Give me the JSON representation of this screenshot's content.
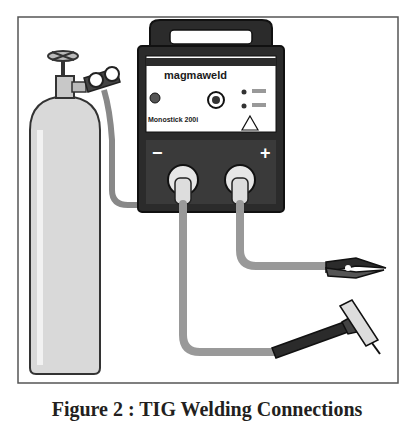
{
  "diagram": {
    "caption": "Figure 2 : TIG Welding Connections",
    "labels": [
      "magmaweld",
      "Monostick 200i",
      "−",
      "+"
    ]
  }
}
